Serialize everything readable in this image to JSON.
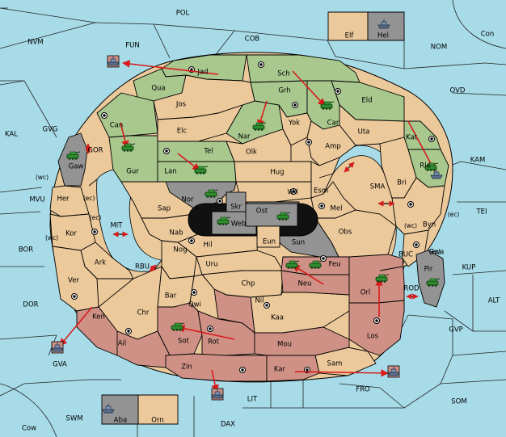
{
  "colors": {
    "sea": "#a7dbe8",
    "neutral": "#ecc99b",
    "green_power": "#a8c88e",
    "red_power": "#cf9186",
    "gray_power": "#939393",
    "arrow": "#d81c1c"
  },
  "sea_regions": [
    "POL",
    "NVM",
    "FUN",
    "COB",
    "NOM",
    "Con",
    "OVD",
    "KAL",
    "GVG",
    "KAM",
    "MVU",
    "TEI",
    "BOR",
    "KUP",
    "ALT",
    "DOR",
    "GVP",
    "GVA",
    "FRO",
    "SOM",
    "SWM",
    "LIT",
    "DAX",
    "Cow"
  ],
  "inner_seas": [
    "GOR",
    "MIT",
    "RBU",
    "SMA",
    "BUC",
    "ROD"
  ],
  "coast_labels": [
    "(wc)",
    "(ec)",
    "(ec)",
    "(wc)",
    "(wc)",
    "(ec)",
    "(ec)"
  ],
  "provinces": [
    "Jad",
    "Sch",
    "Qua",
    "Grh",
    "Eld",
    "Jos",
    "Can",
    "Car",
    "Yok",
    "Elc",
    "Nar",
    "Uta",
    "Kat",
    "Amp",
    "Olk",
    "Tel",
    "Gur",
    "Lan",
    "Hug",
    "Rle",
    "Gaw",
    "Bri",
    "Esm",
    "Wil",
    "Nor",
    "Skr",
    "Ost",
    "Mel",
    "Her",
    "Sap",
    "Web",
    "Byn",
    "Obs",
    "Kor",
    "Nab",
    "Eun",
    "Sun",
    "Gwa",
    "Hil",
    "Nog",
    "Ark",
    "Uru",
    "Feu",
    "Pir",
    "Orl",
    "Chp",
    "Neu",
    "Ver",
    "Bar",
    "Qwi",
    "Nil",
    "Ken",
    "Chr",
    "Kaa",
    "Los",
    "Sot",
    "Rot",
    "Ail",
    "Mou",
    "Zin",
    "Kar",
    "Sam",
    "Elf",
    "Hel",
    "Aba",
    "Orn"
  ],
  "units": [
    {
      "type": "army",
      "at": "Car"
    },
    {
      "type": "army",
      "at": "Nar"
    },
    {
      "type": "army",
      "at": "Gur"
    },
    {
      "type": "army",
      "at": "Lan"
    },
    {
      "type": "army",
      "at": "Gaw"
    },
    {
      "type": "army",
      "at": "Kat"
    },
    {
      "type": "army",
      "at": "Nor"
    },
    {
      "type": "army",
      "at": "Web"
    },
    {
      "type": "army",
      "at": "Ost"
    },
    {
      "type": "army",
      "at": "Sun"
    },
    {
      "type": "army",
      "at": "Feu"
    },
    {
      "type": "army",
      "at": "Orl"
    },
    {
      "type": "army",
      "at": "Pir"
    },
    {
      "type": "army",
      "at": "Sot"
    },
    {
      "type": "fleet",
      "at": "Rle"
    },
    {
      "type": "fleet",
      "at": "Hel"
    },
    {
      "type": "fleet",
      "at": "Aba"
    },
    {
      "type": "fleet",
      "at": "FUN"
    },
    {
      "type": "fleet",
      "at": "GVA"
    },
    {
      "type": "fleet",
      "at": "LIT"
    },
    {
      "type": "fleet",
      "at": "FRO"
    }
  ]
}
